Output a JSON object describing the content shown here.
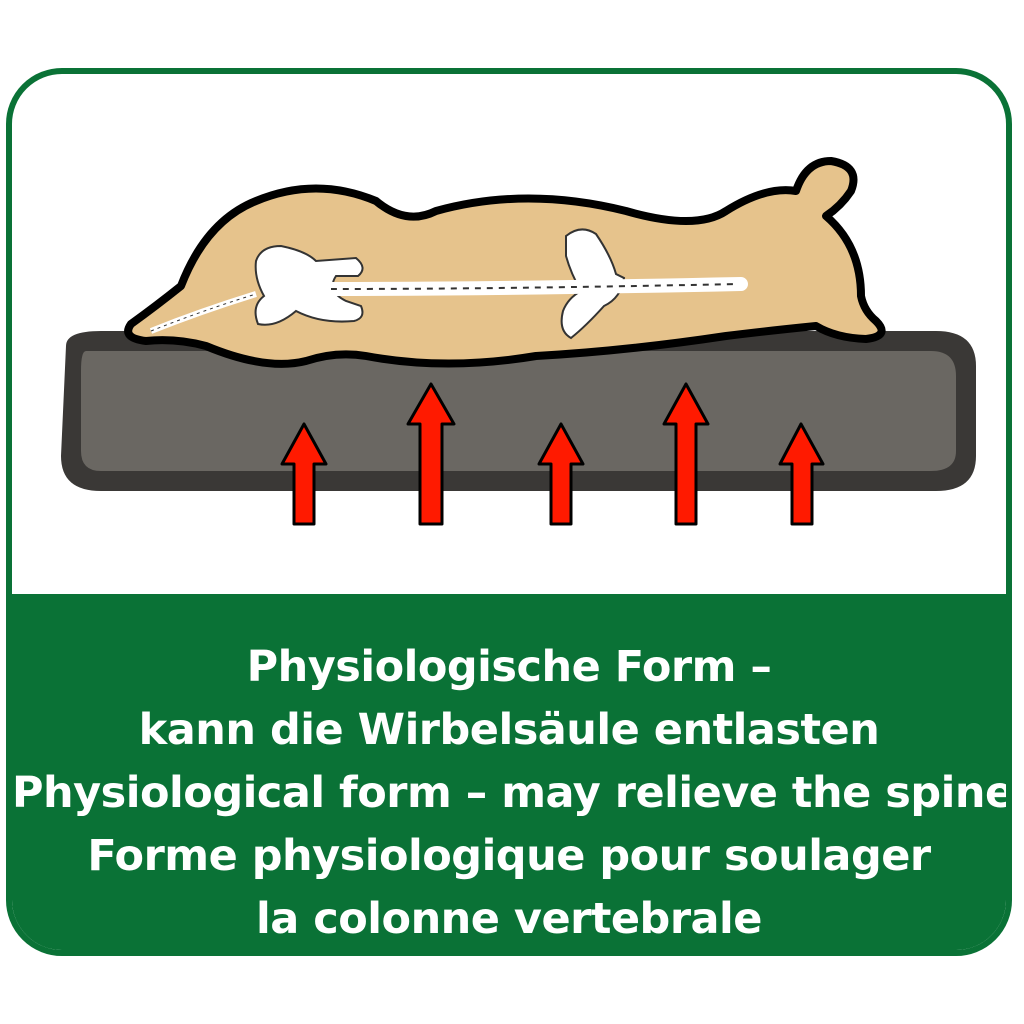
{
  "caption": {
    "line1": "Physiologische Form –",
    "line2": "kann die Wirbelsäule entlasten",
    "line3": "Physiological form – may relieve the spine",
    "line4": "Forme physiologique pour soulager",
    "line5": "la colonne vertebrale"
  },
  "colors": {
    "brand_green": "#0a7236",
    "dog_body": "#e6c38c",
    "mattress": "#6a6762",
    "arrow": "#ff1a00"
  },
  "icons": [
    "dog-silhouette",
    "skeleton",
    "mattress",
    "up-arrow"
  ]
}
